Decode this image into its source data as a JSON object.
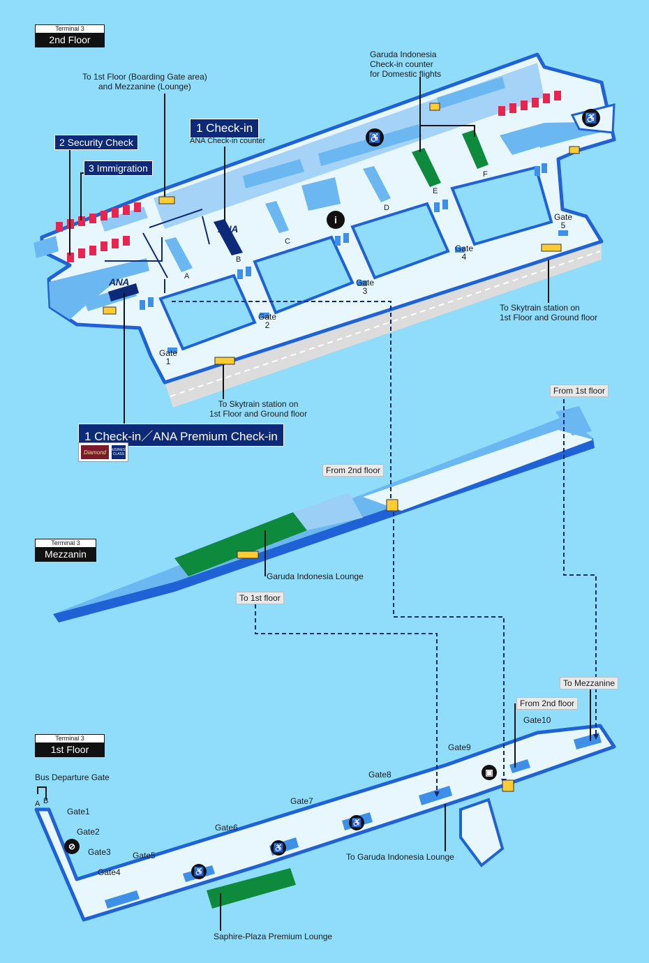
{
  "floors": {
    "second": {
      "terminal": "Terminal 3",
      "name": "2nd Floor"
    },
    "mezzanine": {
      "terminal": "Terminal 3",
      "name": "Mezzanin"
    },
    "first": {
      "terminal": "Terminal 3",
      "name": "1st Floor"
    }
  },
  "second_floor": {
    "to_first_boarding": "To 1st Floor (Boarding Gate area)\nand Mezzanine (Lounge)",
    "garuda_domestic": "Garuda Indonesia\nCheck-in counter\nfor Domestic flights",
    "checkin_badge": "1  Check-in",
    "ana_checkin_counter": "ANA Check-in counter",
    "security_badge": "2 Security Check",
    "immigration_badge": "3 Immigration",
    "skytrain_right": "To Skytrain station on\n1st Floor and Ground floor",
    "skytrain_bottom": "To Skytrain station on\n1st Floor and Ground floor",
    "premium_badge": "1  Check-in／ANA Premium Check-in",
    "ana_logo": "ANA",
    "diamond_label": "Diamond",
    "business_label": "BUSINESS CLASS",
    "counters": [
      "A",
      "B",
      "C",
      "D",
      "E",
      "F"
    ],
    "gates": [
      "Gate\n1",
      "Gate\n2",
      "Gate\n3",
      "Gate\n4",
      "Gate\n5"
    ]
  },
  "mezzanine": {
    "from_first": "From 1st floor",
    "from_second": "From 2nd floor",
    "garuda_lounge": "Garuda Indonesia Lounge",
    "to_first": "To 1st floor"
  },
  "first_floor": {
    "bus_departure": "Bus Departure Gate",
    "bus_a": "A",
    "bus_b": "B",
    "gates": [
      "Gate1",
      "Gate2",
      "Gate3",
      "Gate4",
      "Gate5",
      "Gate6",
      "Gate7",
      "Gate8",
      "Gate9",
      "Gate10"
    ],
    "to_mezzanine": "To Mezzanine",
    "from_second": "From 2nd floor",
    "to_garuda_lounge": "To Garuda Indonesia Lounge",
    "saphire_lounge": "Saphire-Plaza Premium Lounge"
  },
  "icons": {
    "info": "info-icon",
    "restroom": "restroom-icon",
    "smoking": "smoking-icon",
    "elevator": "elevator-icon",
    "escalator": "escalator-icon"
  },
  "colors": {
    "background": "#8fdcfb",
    "floor": "#e8f6fd",
    "wall": "#1f62d6",
    "block": "#6bb7f2",
    "navy": "#0d2a78",
    "lounge": "#0e8a3c",
    "counter_red": "#e8254f",
    "road": "#dcdcdc"
  }
}
